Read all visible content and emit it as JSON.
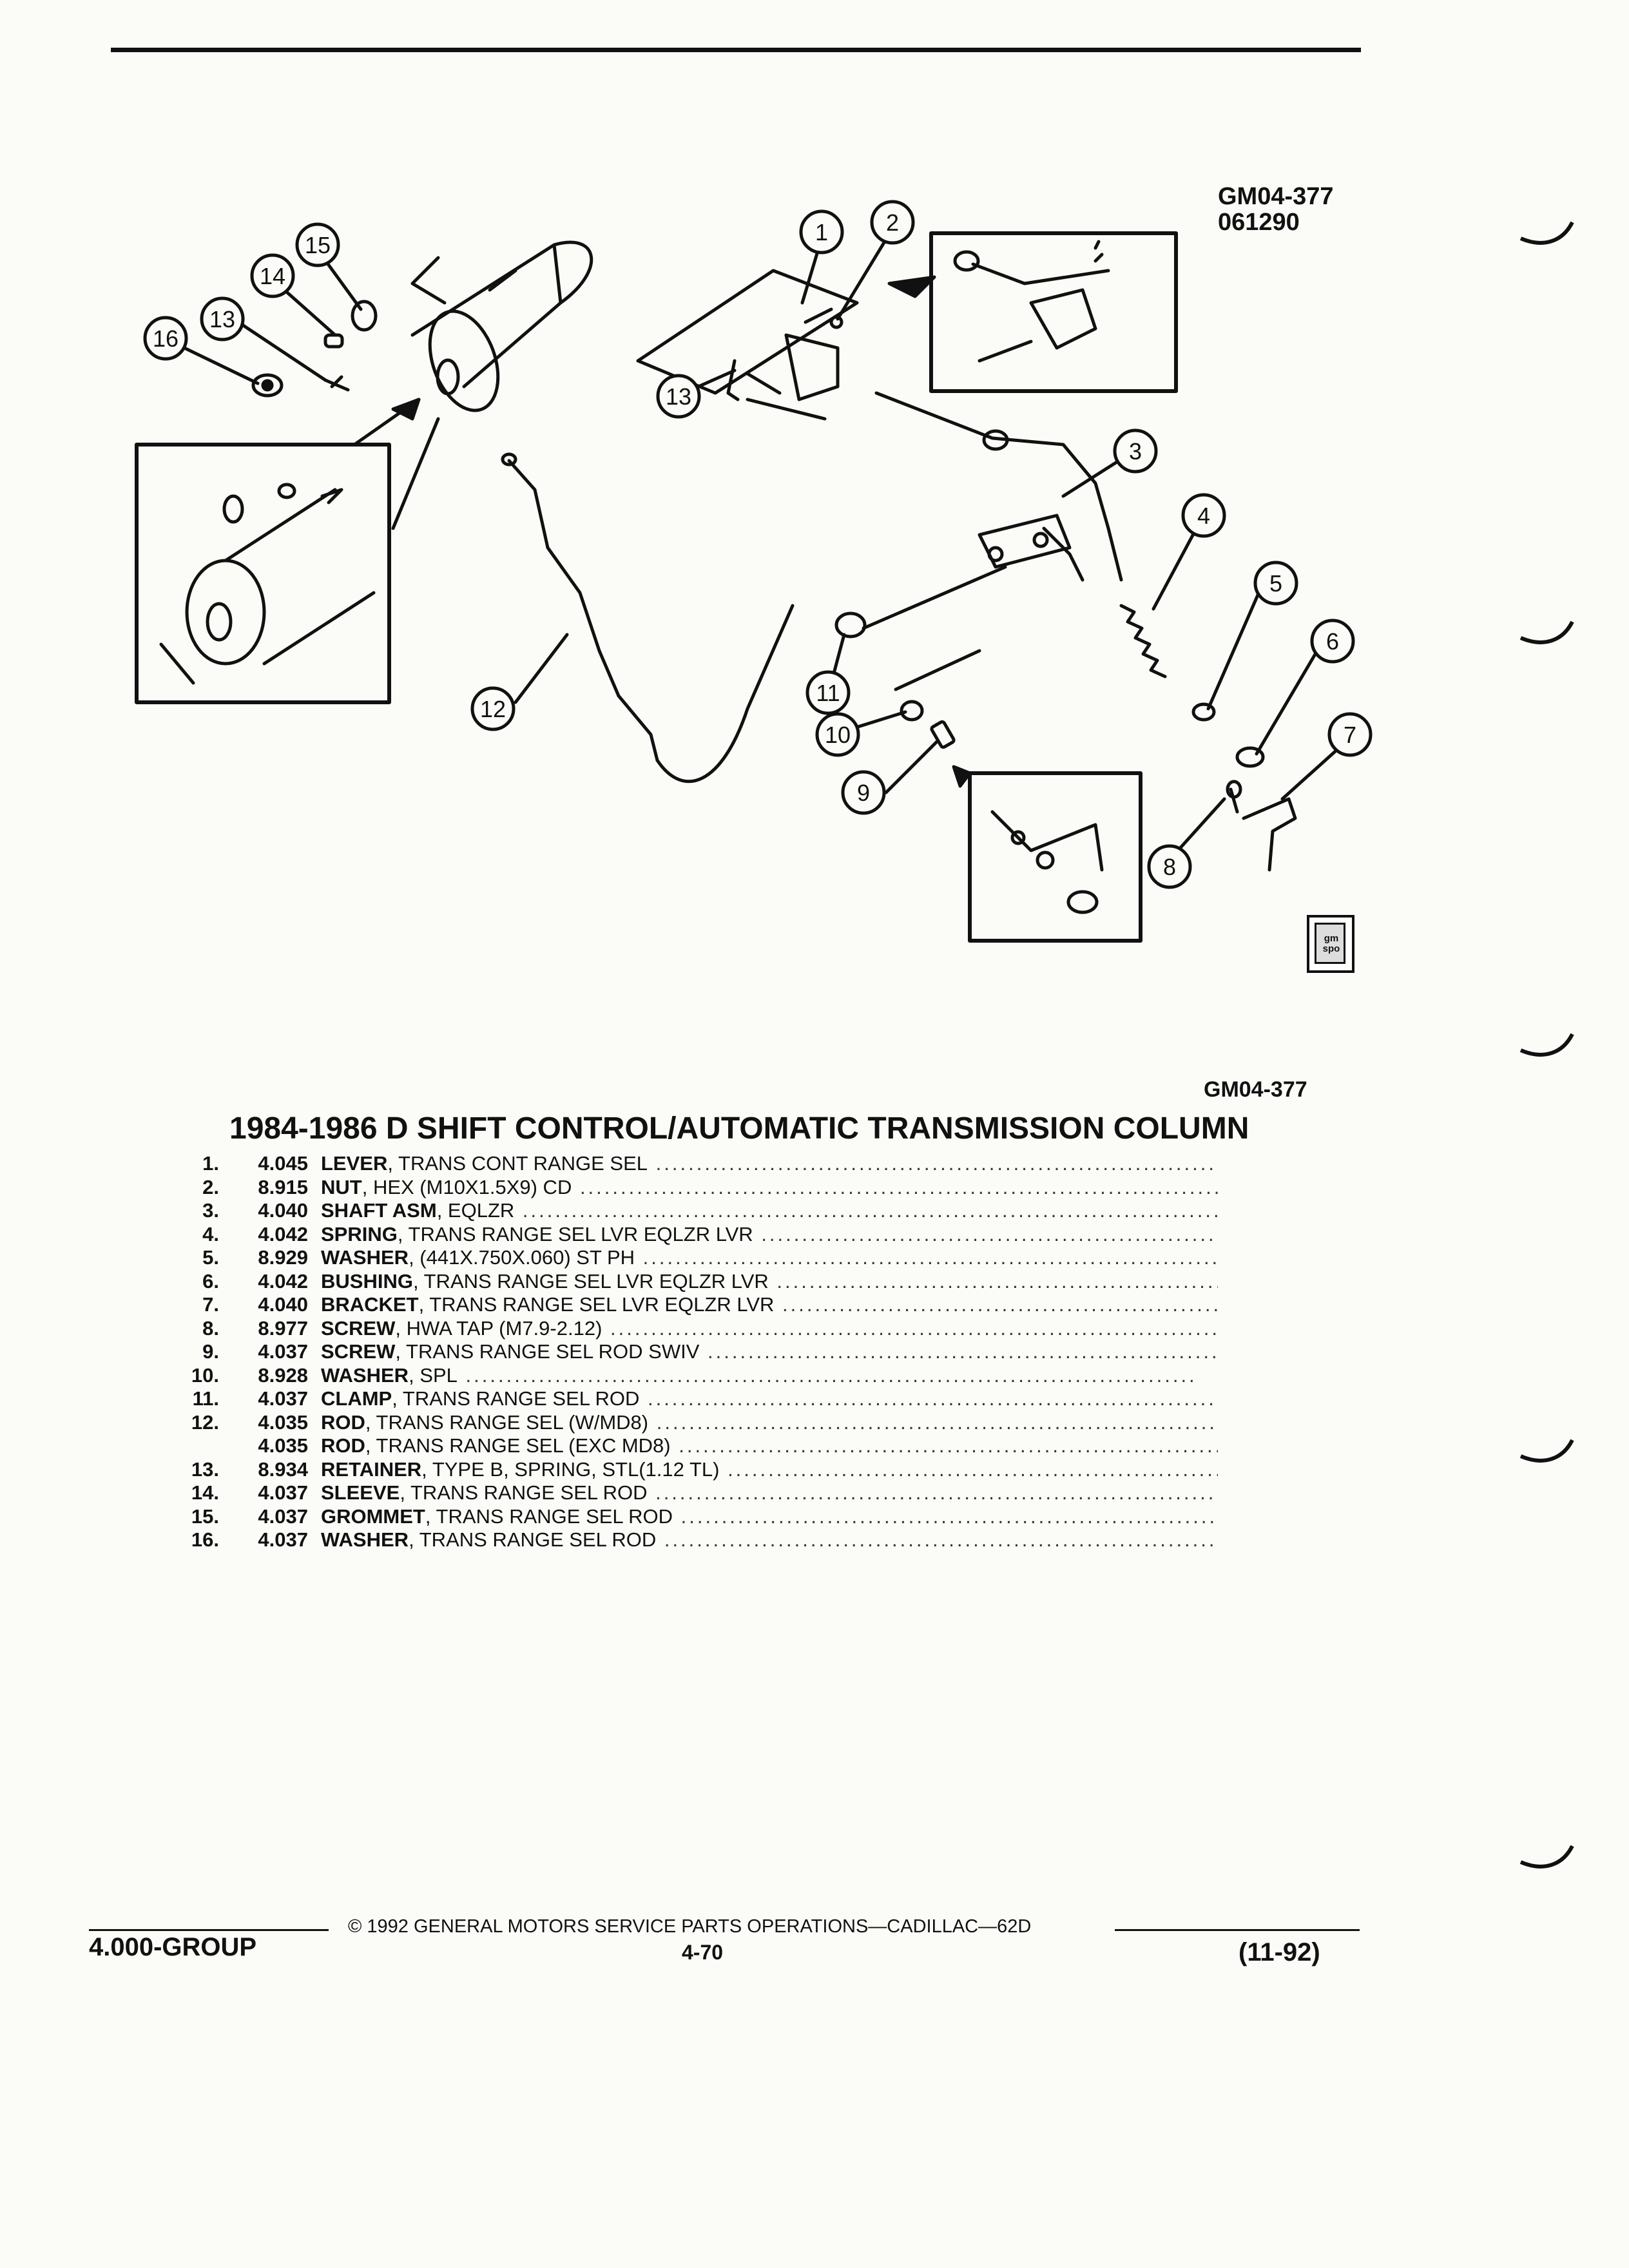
{
  "figure": {
    "id": "GM04-377",
    "date_code": "061290",
    "tag": "GM04-377",
    "callouts": [
      "1",
      "2",
      "3",
      "4",
      "5",
      "6",
      "7",
      "8",
      "9",
      "10",
      "11",
      "12",
      "13",
      "13",
      "14",
      "15",
      "16"
    ],
    "icon_text": "gm spo"
  },
  "title": "1984-1986 D SHIFT CONTROL/AUTOMATIC TRANSMISSION COLUMN",
  "parts": [
    {
      "num": "1.",
      "group": "4.045",
      "name": "LEVER",
      "desc": ", TRANS CONT RANGE SEL"
    },
    {
      "num": "2.",
      "group": "8.915",
      "name": "NUT",
      "desc": ", HEX (M10X1.5X9) CD"
    },
    {
      "num": "3.",
      "group": "4.040",
      "name": "SHAFT ASM",
      "desc": ", EQLZR"
    },
    {
      "num": "4.",
      "group": "4.042",
      "name": "SPRING",
      "desc": ", TRANS RANGE SEL LVR EQLZR LVR"
    },
    {
      "num": "5.",
      "group": "8.929",
      "name": "WASHER",
      "desc": ", (441X.750X.060) ST PH"
    },
    {
      "num": "6.",
      "group": "4.042",
      "name": "BUSHING",
      "desc": ", TRANS RANGE SEL LVR EQLZR LVR"
    },
    {
      "num": "7.",
      "group": "4.040",
      "name": "BRACKET",
      "desc": ", TRANS RANGE SEL LVR EQLZR LVR"
    },
    {
      "num": "8.",
      "group": "8.977",
      "name": "SCREW",
      "desc": ", HWA TAP (M7.9-2.12)"
    },
    {
      "num": "9.",
      "group": "4.037",
      "name": "SCREW",
      "desc": ", TRANS RANGE SEL ROD SWIV"
    },
    {
      "num": "10.",
      "group": "8.928",
      "name": "WASHER",
      "desc": ", SPL"
    },
    {
      "num": "11.",
      "group": "4.037",
      "name": "CLAMP",
      "desc": ", TRANS RANGE SEL ROD"
    },
    {
      "num": "12.",
      "group": "4.035",
      "name": "ROD",
      "desc": ", TRANS RANGE SEL (W/MD8)"
    },
    {
      "num": "",
      "group": "4.035",
      "name": "ROD",
      "desc": ", TRANS RANGE SEL (EXC MD8)"
    },
    {
      "num": "13.",
      "group": "8.934",
      "name": "RETAINER",
      "desc": ", TYPE B, SPRING, STL(1.12 TL)"
    },
    {
      "num": "14.",
      "group": "4.037",
      "name": "SLEEVE",
      "desc": ", TRANS RANGE SEL ROD"
    },
    {
      "num": "15.",
      "group": "4.037",
      "name": "GROMMET",
      "desc": ", TRANS RANGE SEL ROD"
    },
    {
      "num": "16.",
      "group": "4.037",
      "name": "WASHER",
      "desc": ", TRANS RANGE SEL ROD"
    }
  ],
  "leader": "..........................................................................................",
  "footer": {
    "group": "4.000-GROUP",
    "copyright": "© 1992 GENERAL MOTORS SERVICE PARTS OPERATIONS—CADILLAC—62D",
    "page": "4-70",
    "revision": "(11-92)"
  }
}
